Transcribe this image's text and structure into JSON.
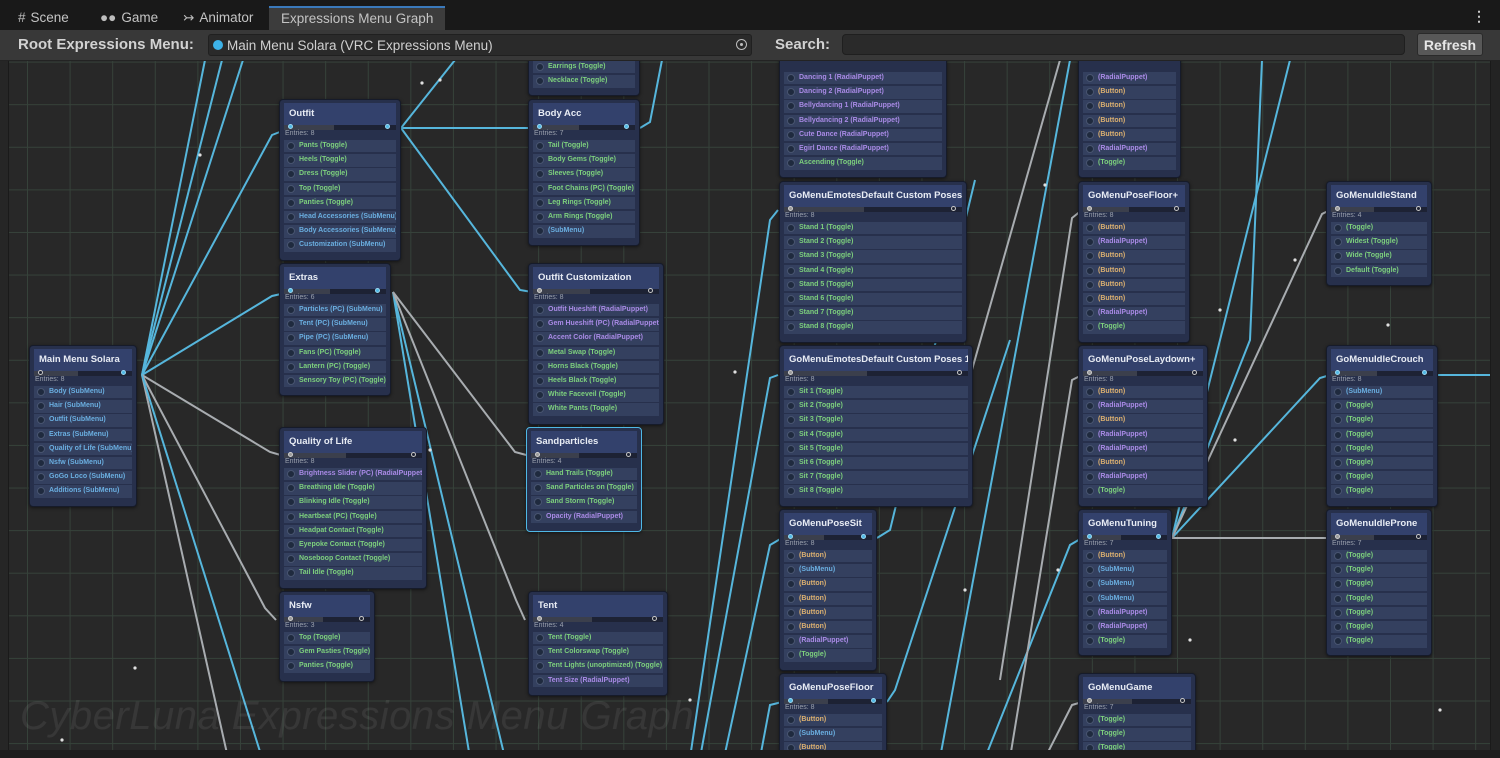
{
  "tabs": [
    {
      "label": "Scene",
      "icon": "grid-icon"
    },
    {
      "label": "Game",
      "icon": "gamepad-icon"
    },
    {
      "label": "Animator",
      "icon": "animator-icon"
    },
    {
      "label": "Expressions Menu Graph",
      "icon": ""
    }
  ],
  "toolbar": {
    "root_label": "Root Expressions Menu:",
    "root_value": "Main Menu Solara (VRC Expressions Menu)",
    "search_label": "Search:",
    "search_value": "",
    "refresh_label": "Refresh"
  },
  "watermark": "CyberLuna Expressions Menu Graph",
  "colors": {
    "Toggle": "#7dd07d",
    "SubMenu": "#6aaee0",
    "RadialPuppet": "#a98ae6",
    "Button": "#dcb070",
    "edge_active": "#56b6dc",
    "edge_inactive": "#a8acb0"
  },
  "nodes": [
    {
      "id": "partial_top_mid",
      "title": "",
      "entries": "",
      "items": [
        "Earrings (Toggle)",
        "Necklace (Toggle)"
      ]
    },
    {
      "id": "partial_emotes",
      "title": "",
      "entries": "",
      "items": [
        "Dancing 1 (RadialPuppet)",
        "Dancing 2 (RadialPuppet)",
        "Bellydancing 1 (RadialPuppet)",
        "Bellydancing 2 (RadialPuppet)",
        "Cute Dance (RadialPuppet)",
        "Egirl Dance (RadialPuppet)",
        "Ascending (Toggle)"
      ]
    },
    {
      "id": "partial_pose",
      "title": "",
      "entries": "",
      "items": [
        "(RadialPuppet)",
        "(Button)",
        "(Button)",
        "(Button)",
        "(Button)",
        "(RadialPuppet)",
        "(Toggle)"
      ]
    },
    {
      "id": "main",
      "title": "Main Menu Solara",
      "entries": "Entries: 8",
      "items": [
        "Body (SubMenu)",
        "Hair (SubMenu)",
        "Outfit (SubMenu)",
        "Extras (SubMenu)",
        "Quality of Life (SubMenu)",
        "Nsfw (SubMenu)",
        "GoGo Loco (SubMenu)",
        "Additions (SubMenu)"
      ]
    },
    {
      "id": "outfit",
      "title": "Outfit",
      "entries": "Entries: 8",
      "items": [
        "Pants (Toggle)",
        "Heels (Toggle)",
        "Dress (Toggle)",
        "Top (Toggle)",
        "Panties (Toggle)",
        "Head Accessories (SubMenu)",
        "Body Accessories (SubMenu)",
        "Customization (SubMenu)"
      ]
    },
    {
      "id": "extras",
      "title": "Extras",
      "entries": "Entries: 6",
      "items": [
        "Particles (PC) (SubMenu)",
        "Tent (PC) (SubMenu)",
        "Pipe (PC) (SubMenu)",
        "Fans (PC) (Toggle)",
        "Lantern (PC) (Toggle)",
        "Sensory Toy (PC) (Toggle)"
      ]
    },
    {
      "id": "qol",
      "title": "Quality of Life",
      "entries": "Entries: 8",
      "items": [
        "Brightness Slider (PC) (RadialPuppet)",
        "Breathing Idle (Toggle)",
        "Blinking Idle (Toggle)",
        "Heartbeat (PC) (Toggle)",
        "Headpat Contact (Toggle)",
        "Eyepoke Contact (Toggle)",
        "Noseboop Contact (Toggle)",
        "Tail Idle (Toggle)"
      ]
    },
    {
      "id": "nsfw",
      "title": "Nsfw",
      "entries": "Entries: 3",
      "items": [
        "Top (Toggle)",
        "Gem Pasties (Toggle)",
        "Panties (Toggle)"
      ]
    },
    {
      "id": "bodyacc",
      "title": "Body Acc",
      "entries": "Entries: 7",
      "items": [
        "Tail (Toggle)",
        "Body Gems (Toggle)",
        "Sleeves (Toggle)",
        "Foot Chains (PC) (Toggle)",
        "Leg Rings (Toggle)",
        "Arm Rings (Toggle)",
        "(SubMenu)"
      ]
    },
    {
      "id": "outfitcust",
      "title": "Outfit Customization",
      "entries": "Entries: 8",
      "items": [
        "Outfit Hueshift (RadialPuppet)",
        "Gem Hueshift (PC) (RadialPuppet)",
        "Accent Color (RadialPuppet)",
        "Metal Swap (Toggle)",
        "Horns Black (Toggle)",
        "Heels Black (Toggle)",
        "White Faceveil (Toggle)",
        "White Pants (Toggle)"
      ]
    },
    {
      "id": "sand",
      "title": "Sandparticles",
      "entries": "Entries: 4",
      "items": [
        "Hand Trails (Toggle)",
        "Sand Particles on (Toggle)",
        "Sand Storm (Toggle)",
        "Opacity (RadialPuppet)"
      ]
    },
    {
      "id": "tent",
      "title": "Tent",
      "entries": "Entries: 4",
      "items": [
        "Tent (Toggle)",
        "Tent Colorswap (Toggle)",
        "Tent Lights (unoptimized) (Toggle)",
        "Tent Size (RadialPuppet)"
      ]
    },
    {
      "id": "emotes_cp",
      "title": "GoMenuEmotesDefault Custom Poses",
      "entries": "Entries: 8",
      "items": [
        "Stand 1 (Toggle)",
        "Stand 2 (Toggle)",
        "Stand 3 (Toggle)",
        "Stand 4 (Toggle)",
        "Stand 5 (Toggle)",
        "Stand 6 (Toggle)",
        "Stand 7 (Toggle)",
        "Stand 8 (Toggle)"
      ]
    },
    {
      "id": "emotes_cp1",
      "title": "GoMenuEmotesDefault Custom Poses 1",
      "entries": "Entries: 8",
      "items": [
        "Sit 1 (Toggle)",
        "Sit 2 (Toggle)",
        "Sit 3 (Toggle)",
        "Sit 4 (Toggle)",
        "Sit 5 (Toggle)",
        "Sit 6 (Toggle)",
        "Sit 7 (Toggle)",
        "Sit 8 (Toggle)"
      ]
    },
    {
      "id": "posesit",
      "title": "GoMenuPoseSit",
      "entries": "Entries: 8",
      "items": [
        "(Button)",
        "(SubMenu)",
        "(Button)",
        "(Button)",
        "(Button)",
        "(Button)",
        "(RadialPuppet)",
        "(Toggle)"
      ]
    },
    {
      "id": "posefloor",
      "title": "GoMenuPoseFloor",
      "entries": "Entries: 8",
      "items": [
        "(Button)",
        "(SubMenu)",
        "(Button)"
      ]
    },
    {
      "id": "posefloorplus",
      "title": "GoMenuPoseFloor+",
      "entries": "Entries: 8",
      "items": [
        "(Button)",
        "(RadialPuppet)",
        "(Button)",
        "(Button)",
        "(Button)",
        "(Button)",
        "(RadialPuppet)",
        "(Toggle)"
      ]
    },
    {
      "id": "poselaydown",
      "title": "GoMenuPoseLaydown+",
      "entries": "Entries: 8",
      "items": [
        "(Button)",
        "(RadialPuppet)",
        "(Button)",
        "(RadialPuppet)",
        "(RadialPuppet)",
        "(Button)",
        "(RadialPuppet)",
        "(Toggle)"
      ]
    },
    {
      "id": "tuning",
      "title": "GoMenuTuning",
      "entries": "Entries: 7",
      "items": [
        "(Button)",
        "(SubMenu)",
        "(SubMenu)",
        "(SubMenu)",
        "(RadialPuppet)",
        "(RadialPuppet)",
        "(Toggle)"
      ]
    },
    {
      "id": "game",
      "title": "GoMenuGame",
      "entries": "Entries: 7",
      "items": [
        "(Toggle)",
        "(Toggle)",
        "(Toggle)"
      ]
    },
    {
      "id": "idlestand",
      "title": "GoMenuIdleStand",
      "entries": "Entries: 4",
      "items": [
        "(Toggle)",
        "Widest (Toggle)",
        "Wide (Toggle)",
        "Default (Toggle)"
      ]
    },
    {
      "id": "idlecrouch",
      "title": "GoMenuIdleCrouch",
      "entries": "Entries: 8",
      "items": [
        "(SubMenu)",
        "(Toggle)",
        "(Toggle)",
        "(Toggle)",
        "(Toggle)",
        "(Toggle)",
        "(Toggle)",
        "(Toggle)"
      ]
    },
    {
      "id": "idleprone",
      "title": "GoMenuIdleProne",
      "entries": "Entries: 7",
      "items": [
        "(Toggle)",
        "(Toggle)",
        "(Toggle)",
        "(Toggle)",
        "(Toggle)",
        "(Toggle)",
        "(Toggle)"
      ]
    }
  ]
}
